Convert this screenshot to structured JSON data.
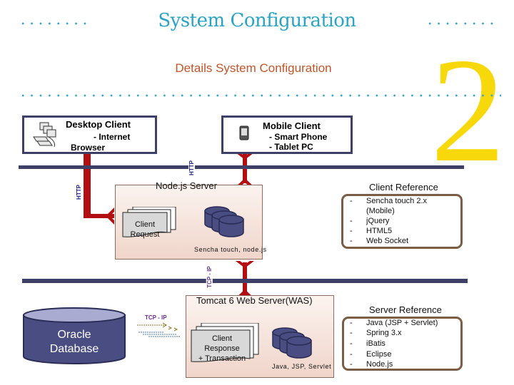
{
  "header": {
    "title": "System Configuration",
    "subtitle": "Details System Configuration",
    "section_number": "2"
  },
  "colors": {
    "title": "#2aa3c4",
    "subtitle": "#c0542a",
    "number": "#f7d80a",
    "bus": "#3f4068",
    "connector": "#b30f12",
    "reference_border": "#7b5c45"
  },
  "clients": {
    "desktop": {
      "name": "Desktop Client",
      "detail_1": "- Internet",
      "detail_2": "Browser",
      "icon": "networked-computers-icon"
    },
    "mobile": {
      "name": "Mobile Client",
      "detail_1": "- Smart Phone",
      "detail_2": "- Tablet PC",
      "icon": "mobile-phone-icon"
    }
  },
  "protocols": {
    "desktop_link": "HTTP",
    "mobile_link": "HTTP",
    "server_link": "TCP - IP",
    "db_link": "TCP - IP"
  },
  "node_server": {
    "title": "Node.js Server",
    "document_label": [
      "Client",
      "Request"
    ],
    "stack_label": "Sencha touch, node.js"
  },
  "tomcat_server": {
    "title": "Tomcat 6 Web Server(WAS)",
    "document_label": [
      "Client",
      "Response",
      "+ Transaction"
    ],
    "stack_label": "Java, JSP, Servlet"
  },
  "database": {
    "line_1": "Oracle",
    "line_2": "Database"
  },
  "client_reference": {
    "title": "Client Reference",
    "items": [
      {
        "dash": "-",
        "text": "Sencha touch 2.x"
      },
      {
        "dash": "",
        "text": "(Mobile)"
      },
      {
        "dash": "-",
        "text": "jQuery"
      },
      {
        "dash": "-",
        "text": "HTML5"
      },
      {
        "dash": "-",
        "text": "Web Socket"
      }
    ]
  },
  "server_reference": {
    "title": "Server Reference",
    "items": [
      {
        "dash": "-",
        "text": "Java (JSP + Servlet)"
      },
      {
        "dash": "-",
        "text": "Spring 3.x"
      },
      {
        "dash": "-",
        "text": "iBatis"
      },
      {
        "dash": "-",
        "text": "Eclipse"
      },
      {
        "dash": "-",
        "text": "Node.js"
      }
    ]
  }
}
